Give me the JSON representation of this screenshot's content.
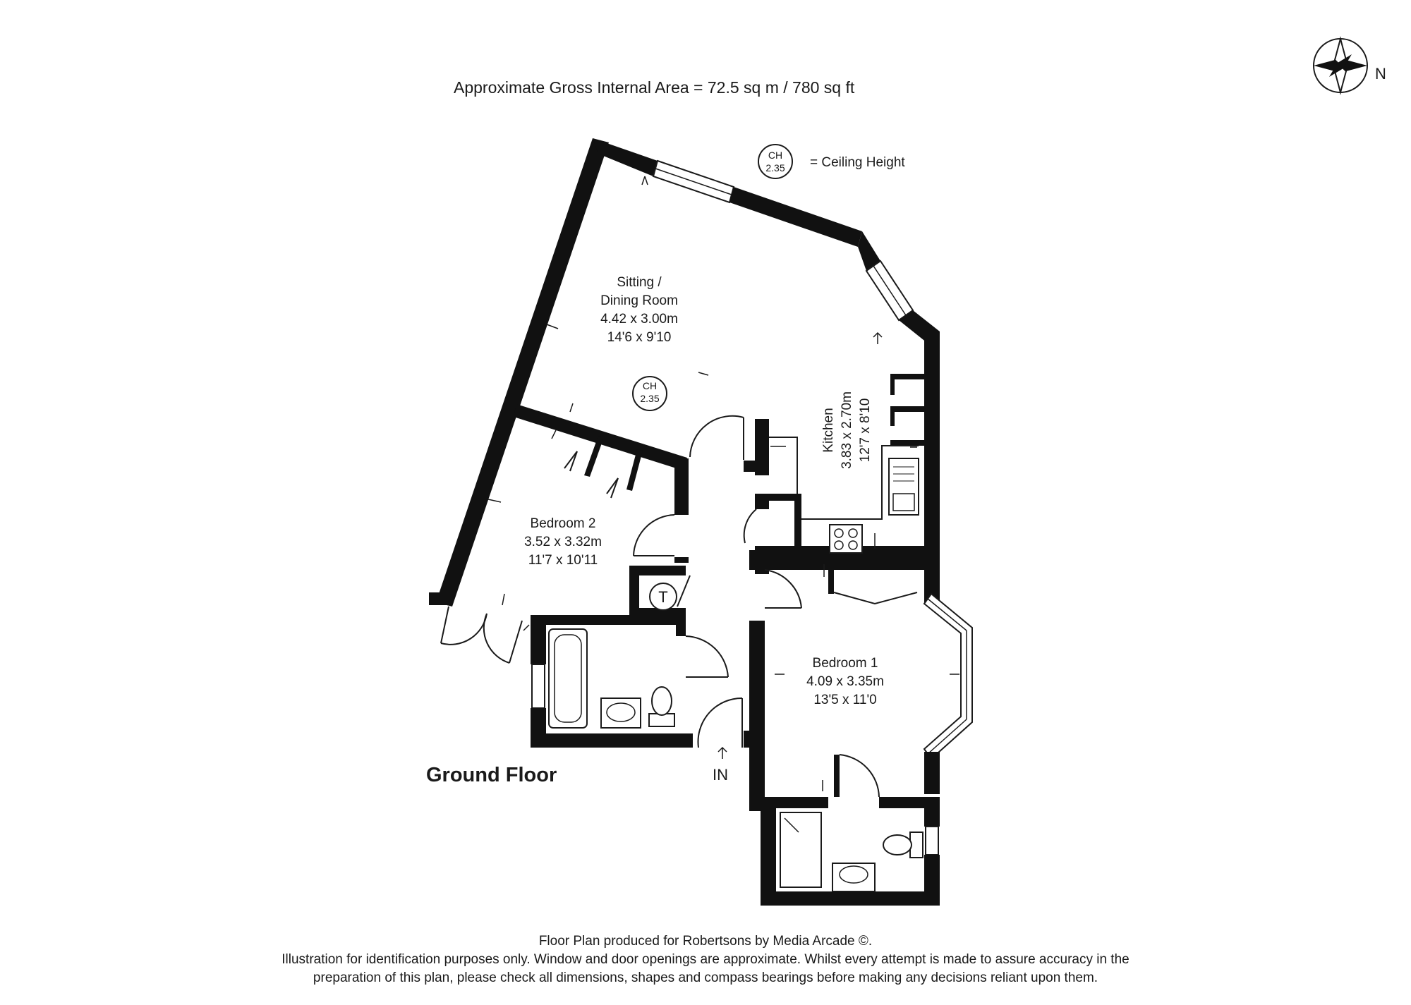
{
  "header": {
    "area_text": "Approximate Gross Internal Area  = 72.5 sq m / 780 sq ft"
  },
  "compass": {
    "label": "N"
  },
  "legend": {
    "ch_abbrev": "CH",
    "ch_value": "2.35",
    "ch_text": "= Ceiling Height"
  },
  "rooms": {
    "sitting": {
      "name_line1": "Sitting /",
      "name_line2": "Dining Room",
      "metric": "4.42 x 3.00m",
      "imperial": "14'6 x 9'10",
      "ch_abbrev": "CH",
      "ch_value": "2.35"
    },
    "kitchen": {
      "name": "Kitchen",
      "metric": "3.83 x 2.70m",
      "imperial": "12'7 x 8'10"
    },
    "bedroom2": {
      "name": "Bedroom 2",
      "metric": "3.52 x 3.32m",
      "imperial": "11'7 x 10'11"
    },
    "bedroom1": {
      "name": "Bedroom 1",
      "metric": "4.09 x 3.35m",
      "imperial": "13'5 x 11'0"
    },
    "cupboard_label": "T"
  },
  "entrance_label": "IN",
  "floor_name": "Ground Floor",
  "footer": {
    "line1": "Floor Plan produced for Robertsons by Media Arcade ©.",
    "line2": "Illustration for identification purposes only. Window and door openings are approximate. Whilst every attempt is made to assure accuracy in the",
    "line3": "preparation of this plan, please check all dimensions, shapes and compass bearings before making any decisions reliant upon them."
  }
}
